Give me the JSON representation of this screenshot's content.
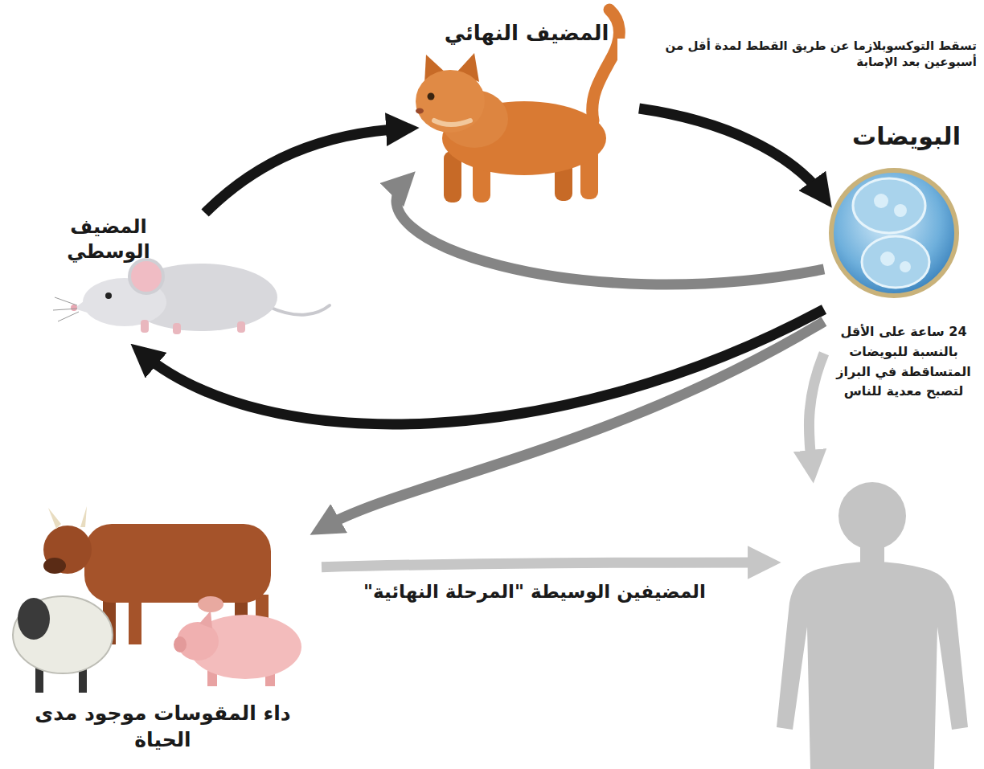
{
  "diagram": {
    "nodes": [
      {
        "text": [
          "المضيف النهائي"
        ]
      },
      {
        "text": [
          "البويضات",
          "24 ساعة على الأقل بالنسبة للبويضات المتساقطة في البراز لتصبح معدية للناس"
        ]
      },
      {
        "text": [
          "المضيف الوسطي"
        ]
      },
      {
        "text": [
          "داء المقوسات موجود مدى الحياة"
        ]
      },
      {
        "text": []
      }
    ],
    "edges": [
      {
        "from": 0,
        "to": 1,
        "arrow": "to",
        "label": "تسقط التوكسوبلازما عن طريق القطط لمدة أقل من أسبوعين بعد الإصابة"
      },
      {
        "from": 1,
        "to": 0,
        "arrow": "to"
      },
      {
        "from": 1,
        "to": 2,
        "arrow": "to"
      },
      {
        "from": 2,
        "to": 0,
        "arrow": "to"
      },
      {
        "from": 1,
        "to": 3,
        "arrow": "to"
      },
      {
        "from": 1,
        "to": 4,
        "arrow": "to"
      },
      {
        "from": 3,
        "to": 4,
        "arrow": "to",
        "label": "المضيفين الوسيطة \"المرحلة النهائية\""
      }
    ]
  }
}
